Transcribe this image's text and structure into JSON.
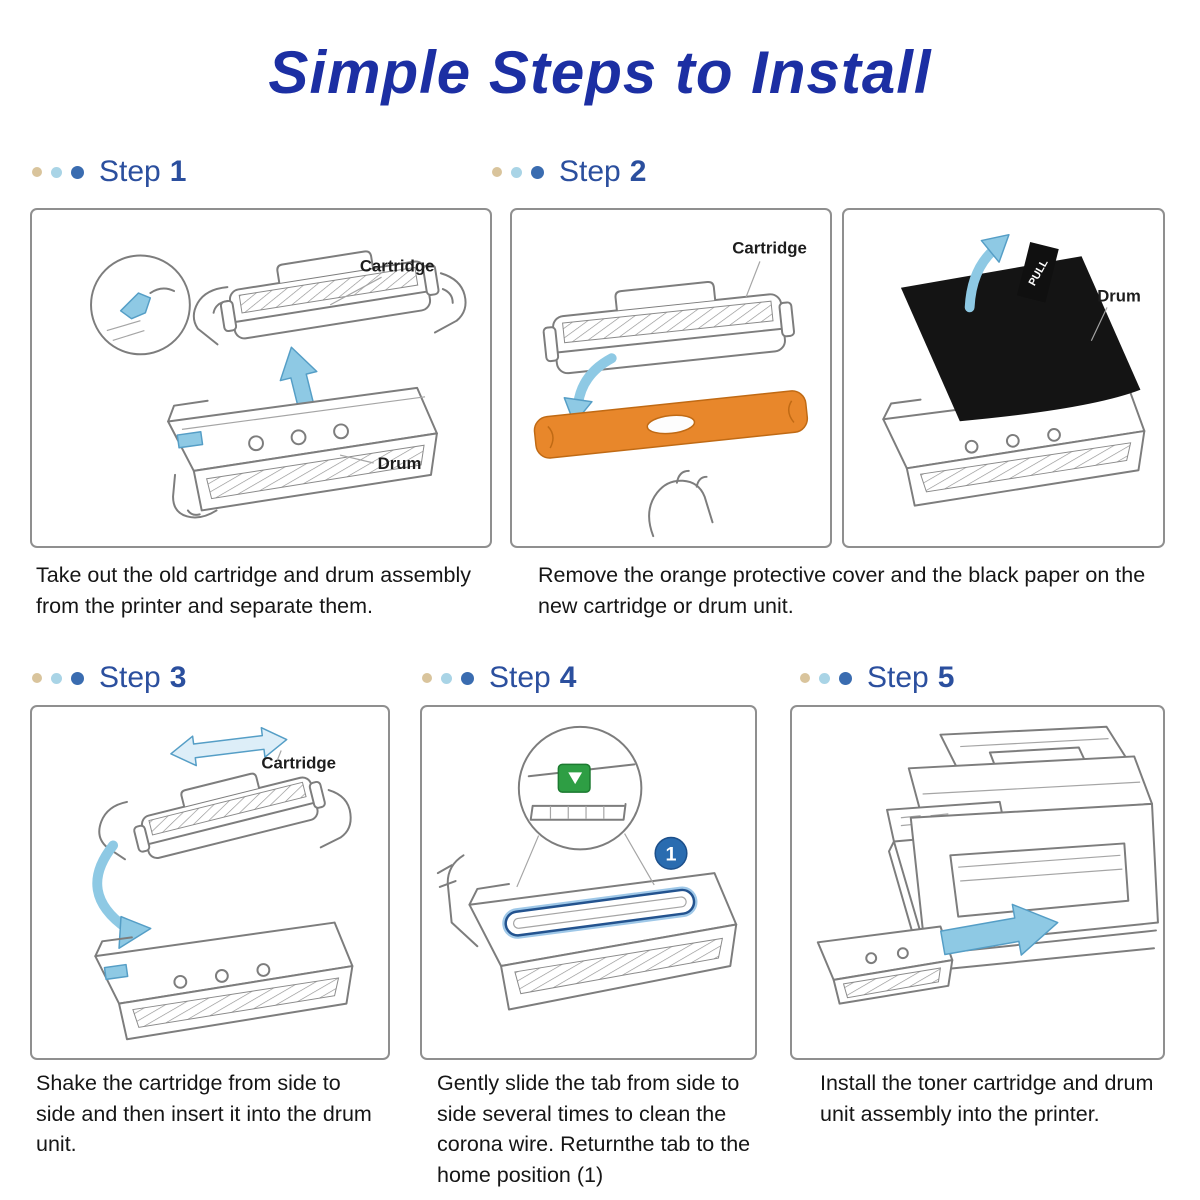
{
  "title": "Simple Steps to Install",
  "steps": [
    {
      "word": "Step",
      "number": "1",
      "caption": "Take out the old cartridge and drum assembly from the printer and separate them."
    },
    {
      "word": "Step",
      "number": "2",
      "caption": "Remove the orange protective cover and the black paper on the new cartridge or drum unit."
    },
    {
      "word": "Step",
      "number": "3",
      "caption": "Shake the cartridge from side to side and then insert it into the drum unit."
    },
    {
      "word": "Step",
      "number": "4",
      "caption": "Gently slide the tab from side to side several times to clean the corona wire. Returnthe tab to the home position (1)"
    },
    {
      "word": "Step",
      "number": "5",
      "caption": "Install the toner cartridge and drum unit assembly into the printer."
    }
  ],
  "annotations": {
    "step1_cartridge": "Cartridge",
    "step1_drum": "Drum",
    "step2_cartridge": "Cartridge",
    "step2_drum": "Drum",
    "step2_pull_tag": "PULL",
    "step3_cartridge": "Cartridge",
    "step4_marker": "1"
  },
  "colors": {
    "title": "#1c2fa3",
    "step_text": "#2b4f9e",
    "dot_tan": "#d9c49c",
    "dot_light_blue": "#a9d4e6",
    "dot_dark_blue": "#3a6cb0",
    "arrow_blue": "#8ec9e4",
    "orange_cover": "#e8872b",
    "black_paper": "#141414",
    "green_tab": "#2e9e44",
    "marker_blue": "#2a6cb0",
    "panel_border": "#8f8f8f"
  }
}
